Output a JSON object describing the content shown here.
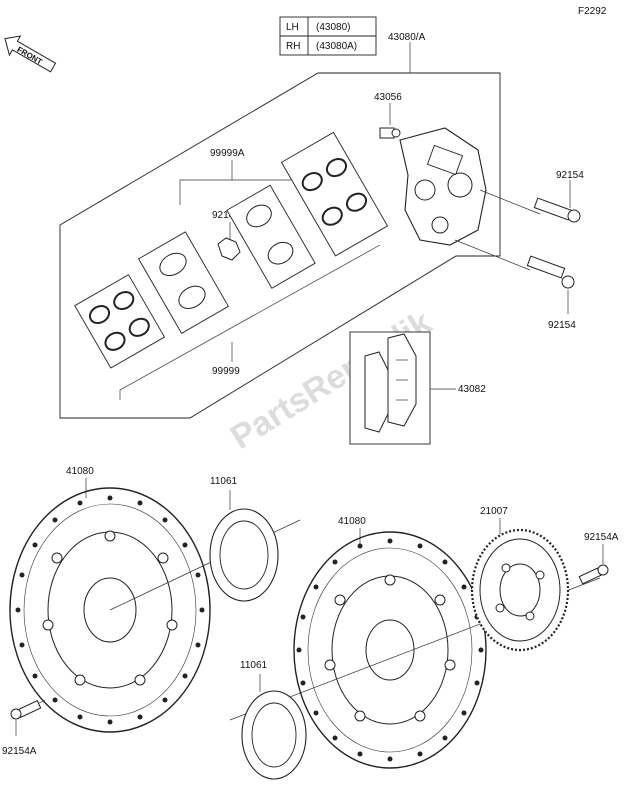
{
  "figure_code": "F2292",
  "front_label": "FRONT",
  "watermark": "PartsRepublik",
  "side_table": [
    {
      "side": "LH",
      "code": "(43080)"
    },
    {
      "side": "RH",
      "code": "(43080A)"
    }
  ],
  "parts": {
    "caliper_assy": "43080/A",
    "bleeder": "43056",
    "bolt_upper": "92154",
    "bolt_lower": "92154",
    "seal_kit": "99999A",
    "pin": "92145",
    "piston_kit": "99999",
    "pads": "43082",
    "disc_left": "41080",
    "disc_right": "41080",
    "spacer_upper": "11061",
    "spacer_lower": "11061",
    "sensor_rotor": "21007",
    "rotor_bolt": "92154A",
    "disc_bolt": "92154A"
  }
}
